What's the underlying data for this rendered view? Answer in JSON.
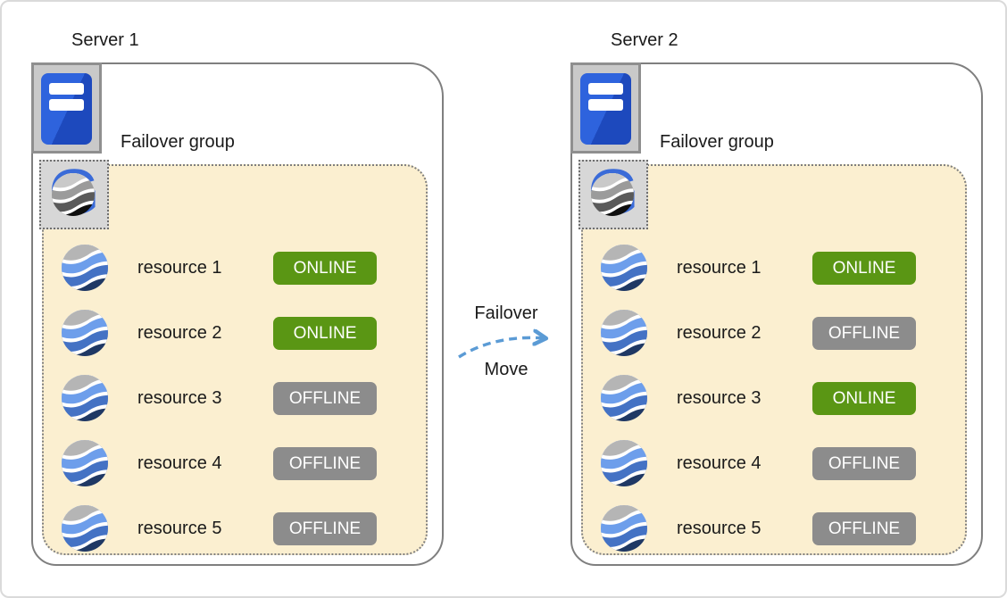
{
  "servers": [
    {
      "title": "Server 1",
      "group_label": "Failover group",
      "resources": [
        {
          "name": "resource 1",
          "status": "ONLINE"
        },
        {
          "name": "resource 2",
          "status": "ONLINE"
        },
        {
          "name": "resource 3",
          "status": "OFFLINE"
        },
        {
          "name": "resource 4",
          "status": "OFFLINE"
        },
        {
          "name": "resource 5",
          "status": "OFFLINE"
        }
      ]
    },
    {
      "title": "Server 2",
      "group_label": "Failover group",
      "resources": [
        {
          "name": "resource 1",
          "status": "ONLINE"
        },
        {
          "name": "resource 2",
          "status": "OFFLINE"
        },
        {
          "name": "resource 3",
          "status": "ONLINE"
        },
        {
          "name": "resource 4",
          "status": "OFFLINE"
        },
        {
          "name": "resource 5",
          "status": "OFFLINE"
        }
      ]
    }
  ],
  "transition": {
    "top_label": "Failover",
    "bottom_label": "Move"
  },
  "icons": {
    "server_icon": "server-tower-icon",
    "group_icon": "failover-group-g-icon",
    "group_icon_letter": "G",
    "resource_icon": "resource-sphere-icon",
    "arrow_icon": "dashed-failover-arrow-icon"
  },
  "colors": {
    "online_green": "#5a9614",
    "offline_gray": "#8c8c8c",
    "group_fill": "#fbefd0",
    "box_border_gray": "#7f7f7f",
    "arrow_blue": "#5b9bd5",
    "server_blue_light": "#2e63dd",
    "server_blue_dark": "#1d49bd"
  }
}
